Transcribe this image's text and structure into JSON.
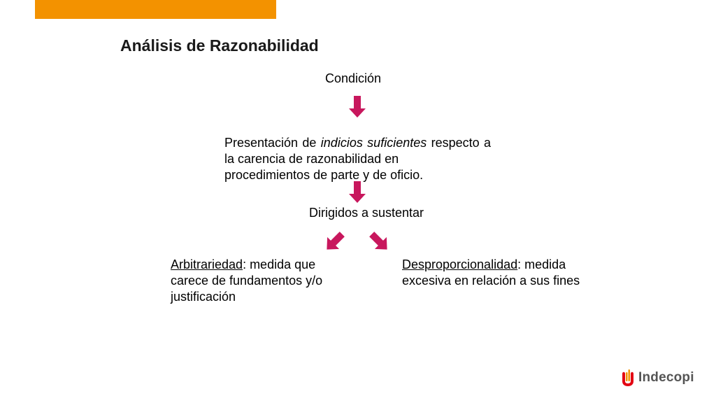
{
  "header": {
    "accent_color": "#f39200",
    "title": "Análisis de Razonabilidad"
  },
  "diagram": {
    "arrow_color": "#c8175d",
    "condition": "Condición",
    "presentation": {
      "prefix": "Presentación de ",
      "emphasis": "indicios suficientes",
      "suffix": " respecto a la carencia de razonabilidad en",
      "last_line": "procedimientos de parte y de oficio."
    },
    "aim": "Dirigidos a sustentar",
    "left_branch": {
      "term": "Arbitrariedad",
      "rest": ": medida que carece de fundamentos y/o justificación"
    },
    "right_branch": {
      "term": "Desproporcionalidad",
      "rest": ": medida excesiva en relación a sus fines"
    }
  },
  "footer": {
    "logo_text": "Indecopi"
  }
}
